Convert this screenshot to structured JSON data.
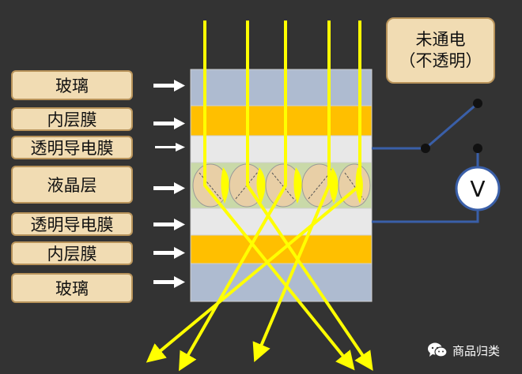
{
  "layers": [
    {
      "label": "玻璃"
    },
    {
      "label": "内层膜"
    },
    {
      "label": "透明导电膜"
    },
    {
      "label": "液晶层"
    },
    {
      "label": "透明导电膜"
    },
    {
      "label": "内层膜"
    },
    {
      "label": "玻璃"
    }
  ],
  "state": {
    "line1": "未通电",
    "line2": "（不透明）"
  },
  "voltmeter": {
    "label": "V"
  },
  "watermark": {
    "text": "商品归类"
  },
  "colors": {
    "background": "#333333",
    "glass": "#aebbd0",
    "inner_film": "#ffbf00",
    "conductive_film": "#e8e8e8",
    "liquid_crystal": "#e8cfa6",
    "light_ray": "#ffff00",
    "wire": "#3a5fa8",
    "label_fill": "#f1dcb3"
  },
  "icons": {
    "arrow": "right-arrow-icon",
    "watermark": "wechat-icon"
  }
}
